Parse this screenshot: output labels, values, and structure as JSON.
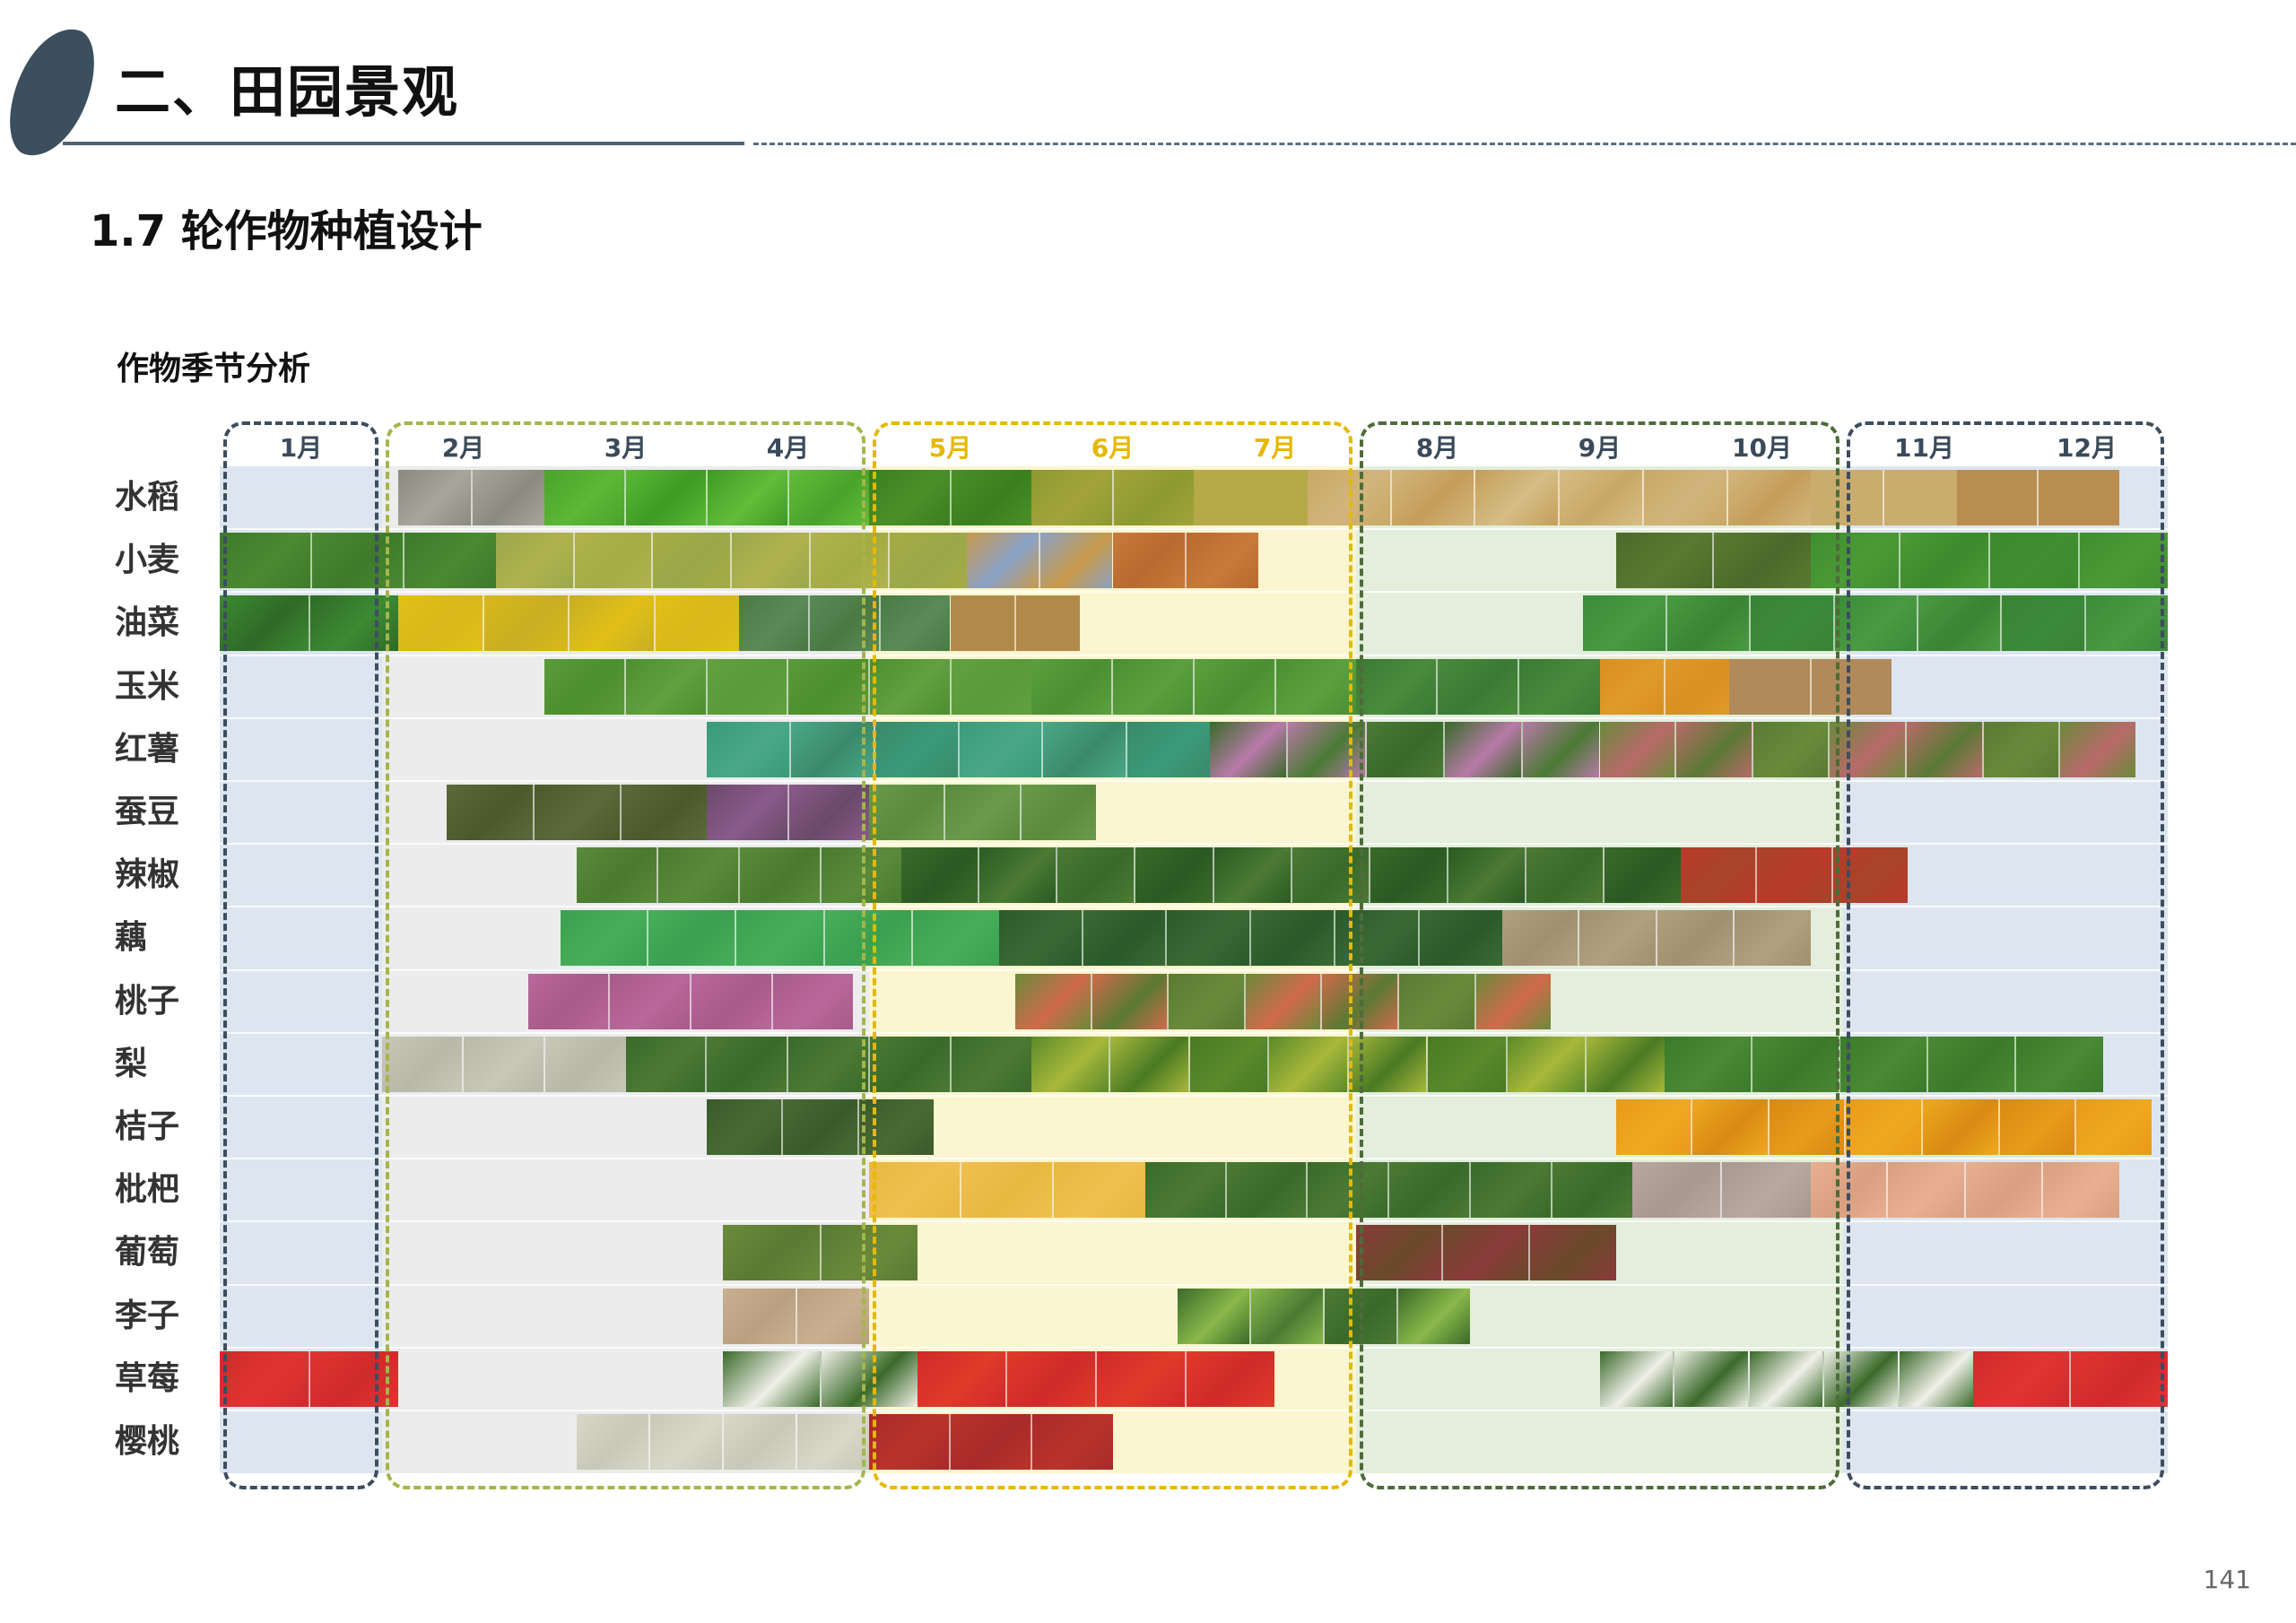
{
  "header": {
    "title": "二、田园景观",
    "subtitle": "1.7 轮作物种植设计",
    "chart_title": "作物季节分析",
    "page_number": "141"
  },
  "months": [
    "1月",
    "2月",
    "3月",
    "4月",
    "5月",
    "6月",
    "7月",
    "8月",
    "9月",
    "10月",
    "11月",
    "12月"
  ],
  "crops": [
    "水稻",
    "小麦",
    "油菜",
    "玉米",
    "红薯",
    "蚕豆",
    "辣椒",
    "藕",
    "桃子",
    "梨",
    "桔子",
    "枇杷",
    "葡萄",
    "李子",
    "草莓",
    "樱桃"
  ],
  "colors": {
    "winter": "#dde6f0",
    "spring": "#ececec",
    "summer": "#fbf6cf",
    "autumn": "#e3eedd",
    "winter_border": "#3d4d5e",
    "spring_border": "#a6b54a",
    "summer_border": "#e6b800",
    "autumn_border": "#4e6b3a",
    "month_default": "#3a4a5a",
    "month_summer": "#e6b800"
  },
  "chart_data": {
    "type": "table",
    "description_units": "months (1 = January, values are fractional month positions)",
    "rows": [
      {
        "crop": "水稻",
        "spans": [
          {
            "start": 2.1,
            "end": 3.0,
            "palette": [
              "#8b8a7f",
              "#a8a69b"
            ]
          },
          {
            "start": 3.0,
            "end": 5.0,
            "palette": [
              "#4aa32a",
              "#5cb836",
              "#3e9a22",
              "#62bd3a"
            ]
          },
          {
            "start": 5.0,
            "end": 6.0,
            "palette": [
              "#3a7f1f",
              "#4b8f28"
            ]
          },
          {
            "start": 6.0,
            "end": 7.0,
            "palette": [
              "#8c9a30",
              "#a2a33a"
            ]
          },
          {
            "start": 7.0,
            "end": 7.7,
            "palette": [
              "#b5a94a"
            ]
          },
          {
            "start": 7.7,
            "end": 10.8,
            "palette": [
              "#c9a866",
              "#d2b57c",
              "#c49e5a",
              "#d6bd85"
            ]
          },
          {
            "start": 10.8,
            "end": 11.7,
            "palette": [
              "#c9ac6e"
            ]
          },
          {
            "start": 11.7,
            "end": 12.7,
            "palette": [
              "#b98d4f"
            ]
          }
        ]
      },
      {
        "crop": "小麦",
        "spans": [
          {
            "start": 1.0,
            "end": 2.7,
            "palette": [
              "#3e7a2a",
              "#4a8a32"
            ]
          },
          {
            "start": 2.7,
            "end": 5.6,
            "palette": [
              "#9aa84a",
              "#b0b24e",
              "#a4ac44"
            ]
          },
          {
            "start": 5.6,
            "end": 6.5,
            "palette": [
              "#c89a4a",
              "#8aa2c8"
            ]
          },
          {
            "start": 6.5,
            "end": 7.4,
            "palette": [
              "#c87a3a",
              "#b86a30"
            ]
          },
          {
            "start": 9.6,
            "end": 10.8,
            "palette": [
              "#4a6a2a",
              "#5a7a32"
            ]
          },
          {
            "start": 10.8,
            "end": 13.0,
            "palette": [
              "#3f8f30",
              "#4a9a36",
              "#3c8a2c"
            ]
          }
        ]
      },
      {
        "crop": "油菜",
        "spans": [
          {
            "start": 1.0,
            "end": 2.1,
            "palette": [
              "#3c8a34",
              "#2f6a26"
            ]
          },
          {
            "start": 2.1,
            "end": 4.2,
            "palette": [
              "#e0c018",
              "#d8b81a",
              "#c8ae22"
            ]
          },
          {
            "start": 4.2,
            "end": 5.5,
            "palette": [
              "#4a7a44",
              "#5a8a56"
            ]
          },
          {
            "start": 5.5,
            "end": 6.3,
            "palette": [
              "#b08a4a"
            ]
          },
          {
            "start": 9.4,
            "end": 13.0,
            "palette": [
              "#3a8a3a",
              "#4a9a42",
              "#3a8434"
            ]
          }
        ]
      },
      {
        "crop": "玉米",
        "spans": [
          {
            "start": 3.0,
            "end": 6.0,
            "palette": [
              "#5a9a3a",
              "#4c8f30",
              "#62a040"
            ]
          },
          {
            "start": 6.0,
            "end": 8.0,
            "palette": [
              "#5aa040",
              "#4a9032"
            ]
          },
          {
            "start": 8.0,
            "end": 9.5,
            "palette": [
              "#3a7a34",
              "#4a8a3c"
            ]
          },
          {
            "start": 9.5,
            "end": 10.3,
            "palette": [
              "#d89020",
              "#e09a2a"
            ]
          },
          {
            "start": 10.3,
            "end": 11.3,
            "palette": [
              "#b08a5a"
            ]
          }
        ]
      },
      {
        "crop": "红薯",
        "spans": [
          {
            "start": 4.0,
            "end": 7.1,
            "palette": [
              "#3a9a7a",
              "#4aa888",
              "#3a8a6a"
            ]
          },
          {
            "start": 7.1,
            "end": 9.5,
            "palette": [
              "#3a6a2a",
              "#b87aa8",
              "#4a7a34"
            ]
          },
          {
            "start": 9.5,
            "end": 12.8,
            "palette": [
              "#6a8a3a",
              "#b86a6a",
              "#5a7a34"
            ]
          }
        ]
      },
      {
        "crop": "蚕豆",
        "spans": [
          {
            "start": 2.4,
            "end": 4.0,
            "palette": [
              "#5a6a3a",
              "#4a5a2a"
            ]
          },
          {
            "start": 4.0,
            "end": 5.0,
            "palette": [
              "#6a4a6a",
              "#8a5a8a"
            ]
          },
          {
            "start": 5.0,
            "end": 6.4,
            "palette": [
              "#6a9a4a",
              "#5a8a3c"
            ]
          }
        ]
      },
      {
        "crop": "辣椒",
        "spans": [
          {
            "start": 3.2,
            "end": 5.2,
            "palette": [
              "#5a8a3a",
              "#4a7a30"
            ]
          },
          {
            "start": 5.2,
            "end": 10.0,
            "palette": [
              "#3a6a2a",
              "#2a5a22",
              "#4a7a34"
            ]
          },
          {
            "start": 10.0,
            "end": 11.4,
            "palette": [
              "#b83a2a",
              "#a8442a"
            ]
          }
        ]
      },
      {
        "crop": "藕",
        "spans": [
          {
            "start": 3.1,
            "end": 5.8,
            "palette": [
              "#3aa050",
              "#48ae5a"
            ]
          },
          {
            "start": 5.8,
            "end": 8.9,
            "palette": [
              "#2a5a2a",
              "#3a6a34"
            ]
          },
          {
            "start": 8.9,
            "end": 10.8,
            "palette": [
              "#b0a080",
              "#a09070"
            ]
          }
        ]
      },
      {
        "crop": "桃子",
        "spans": [
          {
            "start": 2.9,
            "end": 4.9,
            "palette": [
              "#b8689a",
              "#a85a8a"
            ]
          },
          {
            "start": 5.9,
            "end": 9.2,
            "palette": [
              "#6a8a3a",
              "#d06a4a",
              "#5a7a34"
            ]
          }
        ]
      },
      {
        "crop": "梨",
        "spans": [
          {
            "start": 2.0,
            "end": 3.5,
            "palette": [
              "#c8c8b8",
              "#b8b8a8"
            ]
          },
          {
            "start": 3.5,
            "end": 6.0,
            "palette": [
              "#3a6a2a",
              "#4a7a34"
            ]
          },
          {
            "start": 6.0,
            "end": 9.9,
            "palette": [
              "#5a8a2a",
              "#a8b83a",
              "#4a7a24"
            ]
          },
          {
            "start": 9.9,
            "end": 12.6,
            "palette": [
              "#3a7a2a",
              "#4a8a34"
            ]
          }
        ]
      },
      {
        "crop": "桔子",
        "spans": [
          {
            "start": 4.0,
            "end": 5.4,
            "palette": [
              "#3a5a2a",
              "#4a6a34"
            ]
          },
          {
            "start": 9.6,
            "end": 12.9,
            "palette": [
              "#e89a1a",
              "#f0a820",
              "#d88a12"
            ]
          }
        ]
      },
      {
        "crop": "枇杷",
        "spans": [
          {
            "start": 5.0,
            "end": 6.7,
            "palette": [
              "#e8b840",
              "#f0c050"
            ]
          },
          {
            "start": 6.7,
            "end": 9.7,
            "palette": [
              "#3a6a2a",
              "#4a7a34"
            ]
          },
          {
            "start": 9.7,
            "end": 10.8,
            "palette": [
              "#b8a8a0",
              "#a89890"
            ]
          },
          {
            "start": 10.8,
            "end": 12.7,
            "palette": [
              "#e8b090",
              "#d8a080"
            ]
          }
        ]
      },
      {
        "crop": "葡萄",
        "spans": [
          {
            "start": 4.1,
            "end": 5.3,
            "palette": [
              "#6a8a3a",
              "#5a7a34"
            ]
          },
          {
            "start": 8.0,
            "end": 9.6,
            "palette": [
              "#8a3a3a",
              "#6a4a2a"
            ]
          }
        ]
      },
      {
        "crop": "李子",
        "spans": [
          {
            "start": 4.1,
            "end": 5.0,
            "palette": [
              "#c8b090",
              "#b8a080"
            ]
          },
          {
            "start": 6.9,
            "end": 8.7,
            "palette": [
              "#3a6a2a",
              "#8ab84a",
              "#4a7a34"
            ]
          }
        ]
      },
      {
        "crop": "草莓",
        "spans": [
          {
            "start": 1.0,
            "end": 2.1,
            "palette": [
              "#d02a2a",
              "#e03434"
            ]
          },
          {
            "start": 4.1,
            "end": 5.3,
            "palette": [
              "#3a6a2a",
              "#f0f0e8"
            ]
          },
          {
            "start": 5.3,
            "end": 7.5,
            "palette": [
              "#d02a2a",
              "#e03a2a"
            ]
          },
          {
            "start": 9.5,
            "end": 11.8,
            "palette": [
              "#3a6a2a",
              "#f0f0e8"
            ]
          },
          {
            "start": 11.8,
            "end": 13.0,
            "palette": [
              "#d02a2a",
              "#e03434"
            ]
          }
        ]
      },
      {
        "crop": "樱桃",
        "spans": [
          {
            "start": 3.2,
            "end": 5.0,
            "palette": [
              "#d8d8c8",
              "#c8c8b8"
            ]
          },
          {
            "start": 5.0,
            "end": 6.5,
            "palette": [
              "#a82a2a",
              "#b8342a"
            ]
          }
        ]
      }
    ]
  }
}
